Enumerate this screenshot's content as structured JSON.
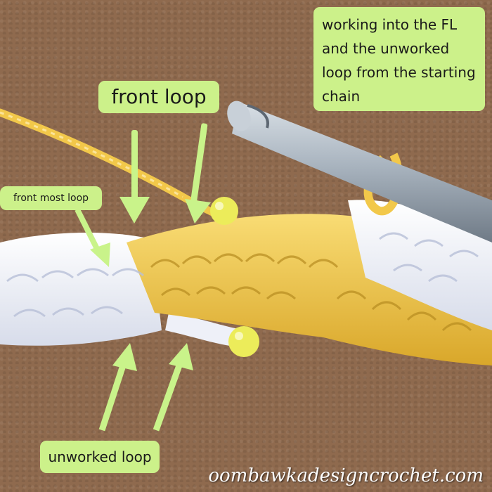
{
  "labels": {
    "top_right": "working into the FL and the unworked loop from the starting chain",
    "front_loop": "front loop",
    "front_most_loop": "front most loop",
    "unworked_loop": "unworked loop"
  },
  "watermark": "oombawkadesigncrochet.com",
  "colors": {
    "label_bg": "#ccf18a",
    "arrow": "#c9f38a",
    "cork": "#8f6a4e",
    "yarn_white": "#f4f6fb",
    "yarn_yellow": "#f2c84a",
    "hook": "#9aa5b0",
    "marker": "#ecec5a"
  }
}
